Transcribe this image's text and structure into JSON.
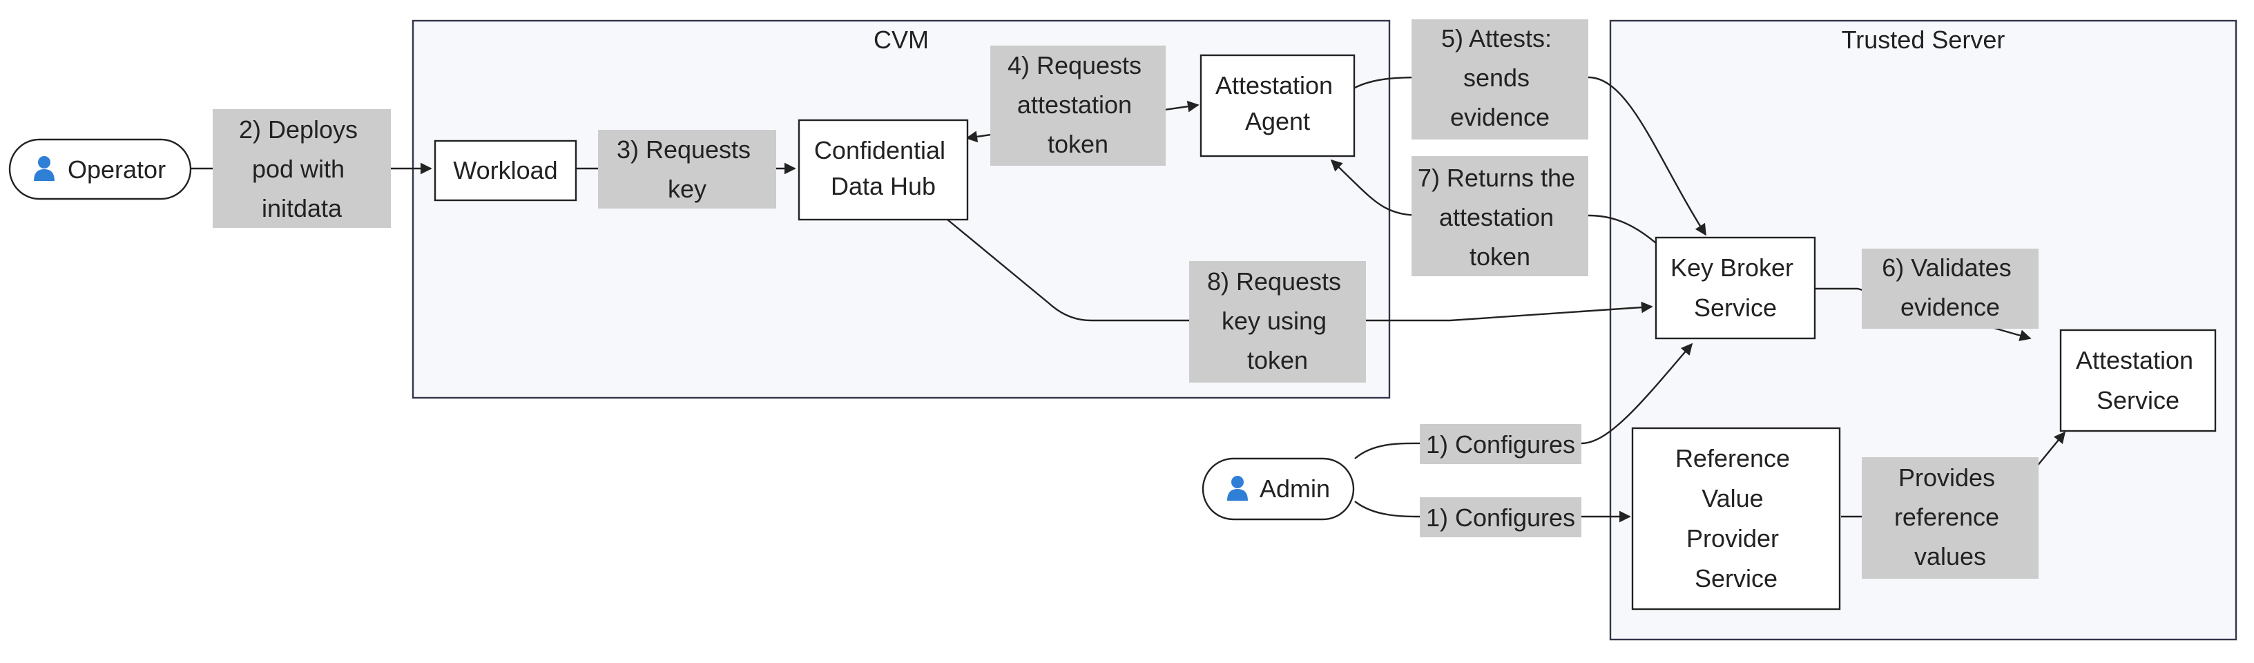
{
  "regions": {
    "cvm": "CVM",
    "trusted_server": "Trusted Server"
  },
  "actors": {
    "operator": "Operator",
    "admin": "Admin",
    "actor_icon": "person-icon"
  },
  "nodes": {
    "workload": [
      "Workload"
    ],
    "confidential_data_hub": [
      "Confidential",
      "Data Hub"
    ],
    "attestation_agent": [
      "Attestation",
      "Agent"
    ],
    "key_broker_service": [
      "Key Broker",
      "Service"
    ],
    "attestation_service": [
      "Attestation",
      "Service"
    ],
    "reference_value_provider_service": [
      "Reference",
      "Value",
      "Provider",
      "Service"
    ]
  },
  "edge_labels": {
    "deploys": [
      "2) Deploys",
      "pod with",
      "initdata"
    ],
    "requests_key": [
      "3) Requests",
      "key"
    ],
    "requests_token": [
      "4) Requests",
      "attestation",
      "token"
    ],
    "attests": [
      "5) Attests:",
      "sends",
      "evidence"
    ],
    "returns_token": [
      "7) Returns the",
      "attestation",
      "token"
    ],
    "requests_key_token": [
      "8) Requests",
      "key using",
      "token"
    ],
    "validates": [
      "6) Validates",
      "evidence"
    ],
    "configures_kbs": [
      "1) Configures"
    ],
    "configures_rvps": [
      "1) Configures"
    ],
    "provides_values": [
      "Provides",
      "reference",
      "values"
    ]
  },
  "colors": {
    "label_background": "#cccccc",
    "region_fill": "#f7f8fb",
    "stroke": "#222222",
    "actor_icon": "#2f7fd6"
  }
}
